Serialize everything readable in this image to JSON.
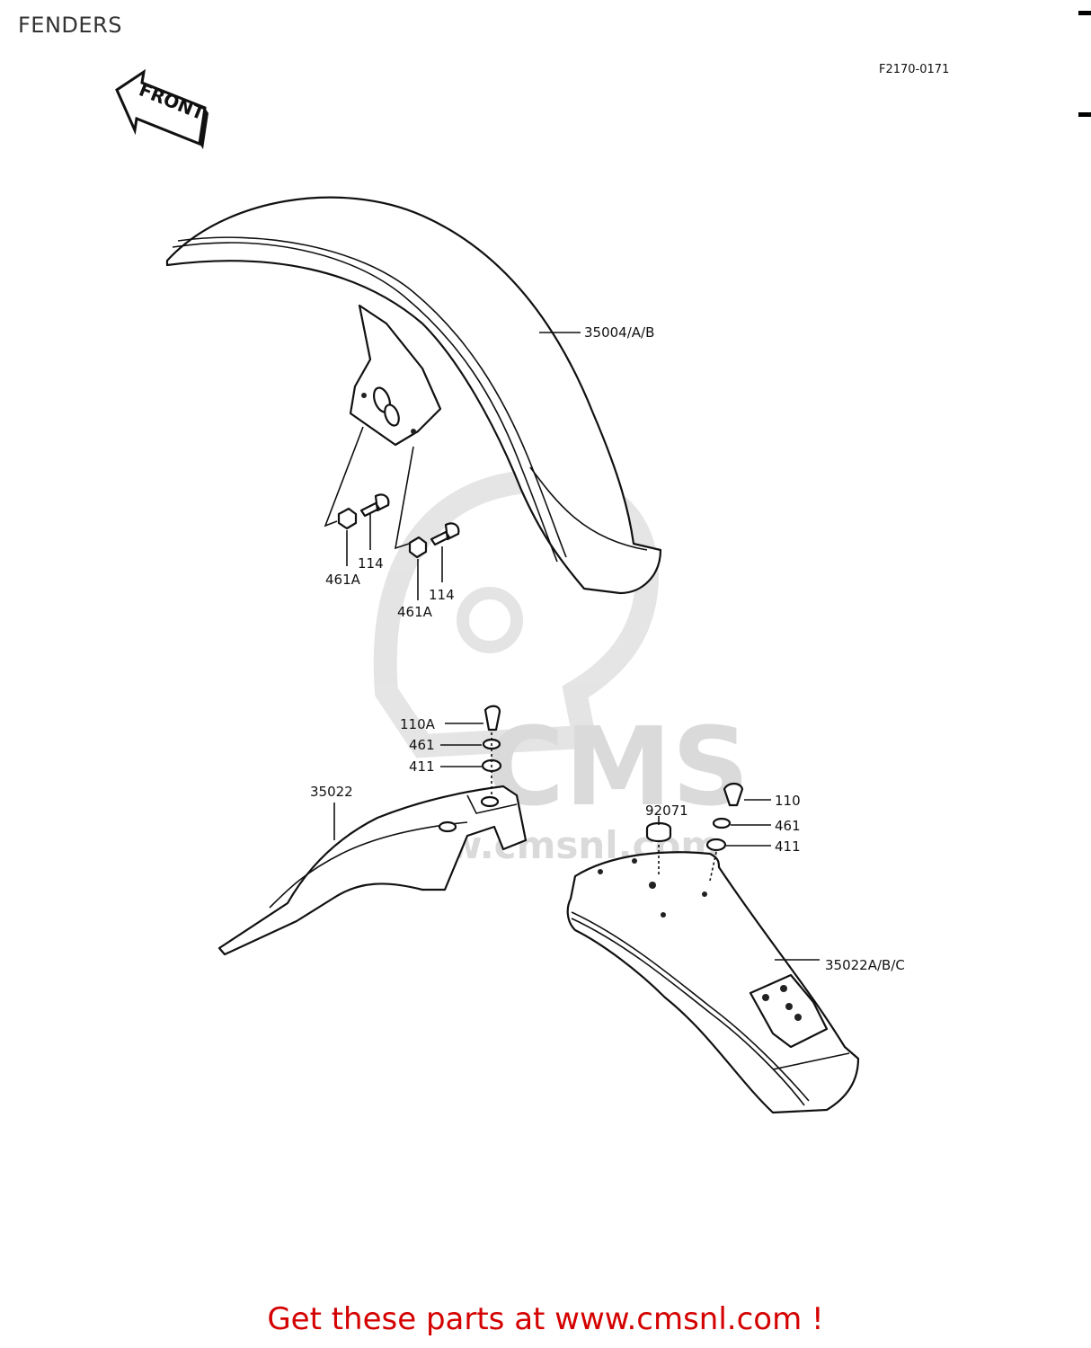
{
  "header": {
    "title": "FENDERS",
    "diagram_code": "F2170-0171"
  },
  "direction_arrow": {
    "label": "FRONT"
  },
  "watermark": {
    "brand": "CMS",
    "url": "www.cmsnl.com"
  },
  "callouts": {
    "front_fender": "35004/A/B",
    "nut_left": "461A",
    "bolt_left": "114",
    "nut_right": "461A",
    "bolt_right": "114",
    "bolt_rear_inner": "110A",
    "nut_rear_inner": "461",
    "washer_rear_inner": "411",
    "rear_inner_fender": "35022",
    "damper": "92071",
    "bolt_rear": "110",
    "nut_rear": "461",
    "washer_rear": "411",
    "rear_fender": "35022A/B/C"
  },
  "footer": {
    "cta": "Get these parts at www.cmsnl.com !"
  },
  "colors": {
    "cta": "#d40000",
    "line_art": "#111111",
    "watermark": "#d6d6d6"
  }
}
